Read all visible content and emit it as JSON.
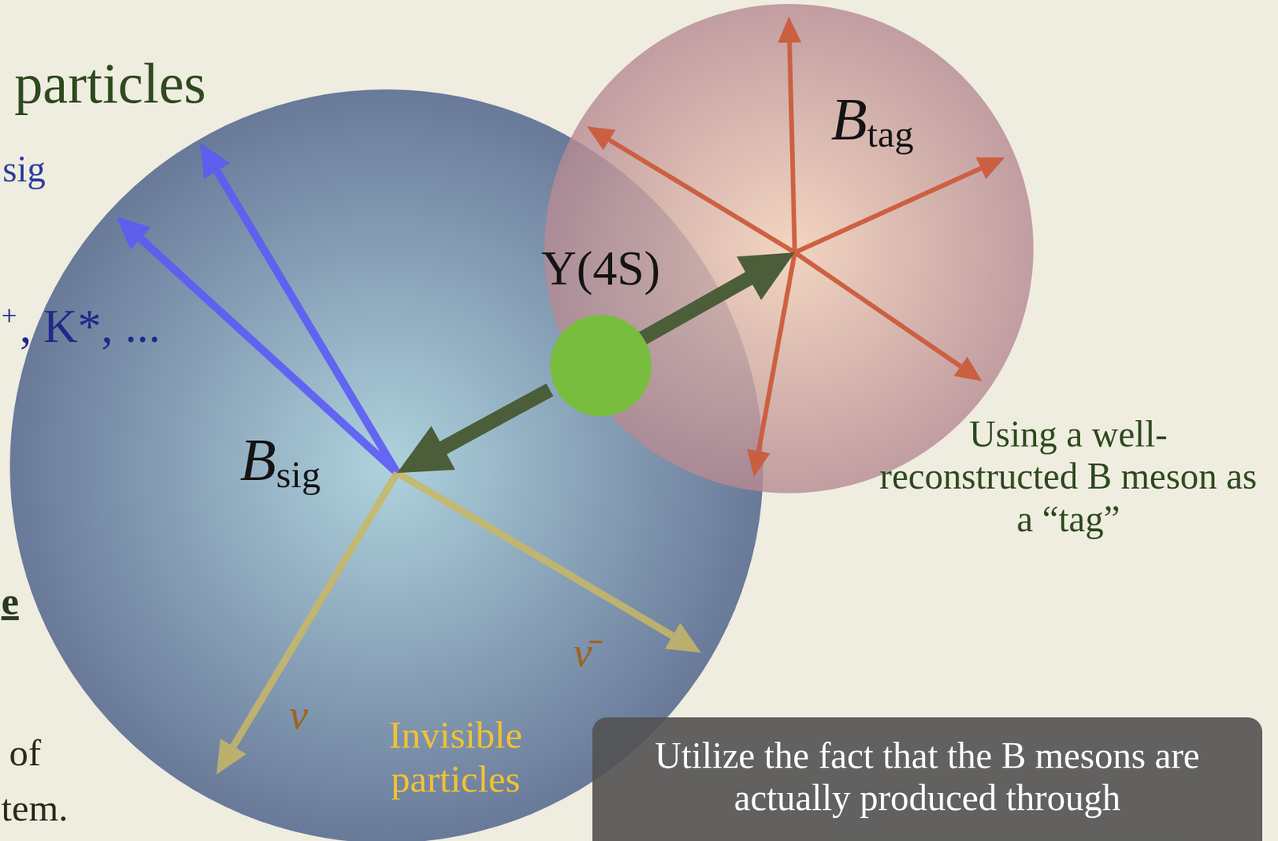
{
  "diagram": {
    "nodes": [
      {
        "text": [
          "Bsig"
        ]
      },
      {
        "text": [
          "Υ(4S)"
        ]
      },
      {
        "text": [
          "Btag"
        ]
      },
      {
        "text": [
          "Utilize the fact that the B mesons are actually produced through"
        ]
      }
    ],
    "edges": [
      {
        "from": 1,
        "to": 0,
        "arrow": "to"
      },
      {
        "from": 1,
        "to": 2,
        "arrow": "to"
      }
    ],
    "labels": [
      "particles",
      "sig",
      "+",
      ", K*, ...",
      "e",
      "of",
      "tem.",
      "ν",
      "ν̄",
      "Invisible particles",
      "Using a well-reconstructed B meson as a “tag”"
    ]
  }
}
